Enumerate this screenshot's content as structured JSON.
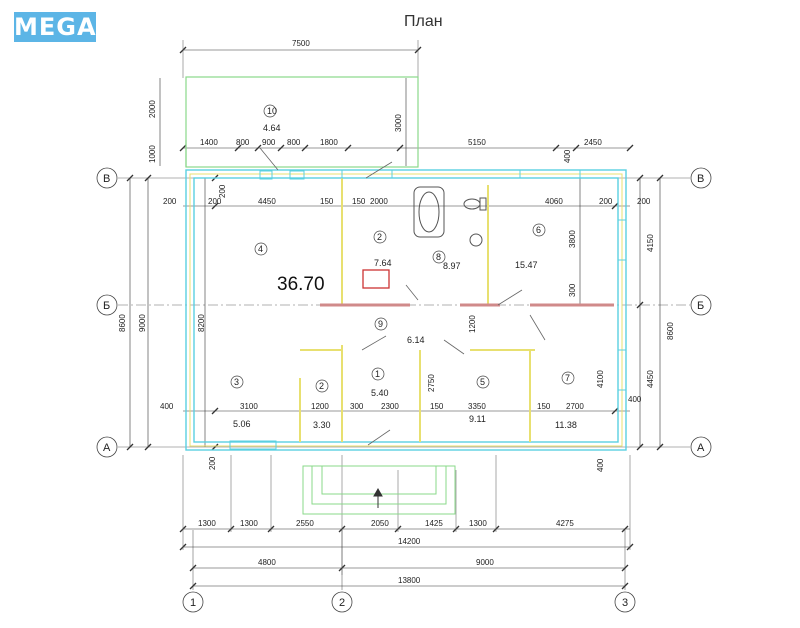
{
  "title": "План",
  "logo_text": "MEGA",
  "total_area": "36.70",
  "rooms": [
    {
      "id": "room-10",
      "num": "10",
      "area": "4.64"
    },
    {
      "id": "room-4",
      "num": "4",
      "area": ""
    },
    {
      "id": "room-2-bath",
      "num": "2",
      "area": "7.64"
    },
    {
      "id": "room-8",
      "num": "8",
      "area": "8.97"
    },
    {
      "id": "room-6",
      "num": "6",
      "area": "15.47"
    },
    {
      "id": "room-9",
      "num": "9",
      "area": "6.14"
    },
    {
      "id": "room-3",
      "num": "3",
      "area": "5.06"
    },
    {
      "id": "room-2-small",
      "num": "2",
      "area": "3.30"
    },
    {
      "id": "room-1",
      "num": "1",
      "area": "5.40"
    },
    {
      "id": "room-5",
      "num": "5",
      "area": "9.11"
    },
    {
      "id": "room-7",
      "num": "7",
      "area": "11.38"
    }
  ],
  "dims": {
    "top_7500": "7500",
    "left_2000": "2000",
    "mid_3000": "3000",
    "left_1000": "1000",
    "t1400": "1400",
    "t800a": "800",
    "t900": "900",
    "t800b": "800",
    "t1800": "1800",
    "t5150": "5150",
    "t2450": "2450",
    "t400": "400",
    "r200a": "200",
    "r200b": "200",
    "r4450": "4450",
    "r150a": "150",
    "r150b": "150",
    "r2000": "2000",
    "r4060": "4060",
    "r200c": "200",
    "r200d": "200",
    "v200": "200",
    "v3800": "3800",
    "v300": "300",
    "v1200": "1200",
    "v2750": "2750",
    "v4100": "4100",
    "v9000": "9000",
    "v8600": "8600",
    "v8200": "8200",
    "v4150": "4150",
    "v4450": "4450",
    "v8600r": "8600",
    "v200b": "200",
    "v400b": "400",
    "b400": "400",
    "b3100": "3100",
    "b1200": "1200",
    "b300": "300",
    "b2300": "2300",
    "b150a": "150",
    "b3350": "3350",
    "b150b": "150",
    "b2700": "2700",
    "b400r": "400",
    "s1300a": "1300",
    "s1300b": "1300",
    "s2550": "2550",
    "s2050": "2050",
    "s1425": "1425",
    "s1300c": "1300",
    "s4275": "4275",
    "total_14200": "14200",
    "s4800": "4800",
    "s9000": "9000",
    "total_13800": "13800"
  },
  "axes": {
    "rows": [
      "В",
      "Б",
      "А"
    ],
    "cols": [
      "1",
      "2",
      "3"
    ]
  },
  "colors": {
    "logo": "#5cb5e6",
    "wall_outer": "#5ad0e0",
    "wall_inner": "#e8e070",
    "wall_green": "#8ad88a",
    "hatch": "#d08a8a",
    "marker": "#cc3333"
  }
}
